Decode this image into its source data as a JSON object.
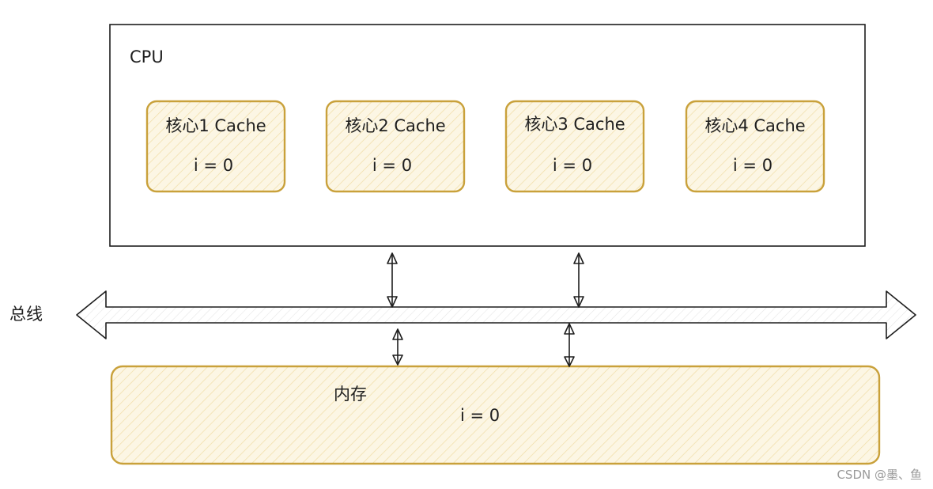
{
  "cpu": {
    "label": "CPU",
    "caches": [
      {
        "name": "核心1 Cache",
        "value": "i = 0"
      },
      {
        "name": "核心2 Cache",
        "value": "i = 0"
      },
      {
        "name": "核心3 Cache",
        "value": "i = 0"
      },
      {
        "name": "核心4 Cache",
        "value": "i = 0"
      }
    ]
  },
  "bus": {
    "label": "总线"
  },
  "memory": {
    "label": "内存",
    "value": "i = 0"
  },
  "watermark": "CSDN @墨、鱼",
  "colors": {
    "box_stroke": "#c9a13b",
    "box_fill": "#fcf6e4",
    "hatch": "#f0dda6",
    "line": "#1e1e1e"
  }
}
